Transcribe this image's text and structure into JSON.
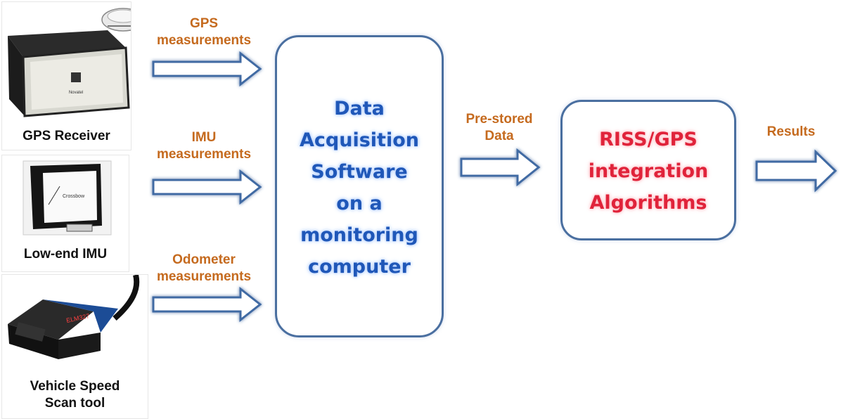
{
  "devices": {
    "gps_receiver": {
      "caption": "GPS Receiver"
    },
    "imu": {
      "caption": "Low-end IMU"
    },
    "scan_tool": {
      "caption_lines": [
        "Vehicle Speed",
        "Scan tool"
      ]
    }
  },
  "inputs": {
    "gps": {
      "lines": [
        "GPS",
        "measurements"
      ]
    },
    "imu": {
      "lines": [
        "IMU",
        "measurements"
      ]
    },
    "odometer": {
      "lines": [
        "Odometer",
        "measurements"
      ]
    }
  },
  "acquisition_box": {
    "lines": [
      "Data",
      "Acquisition",
      "Software",
      "on a",
      "monitoring",
      "computer"
    ]
  },
  "prestored": {
    "lines": [
      "Pre-stored",
      "Data"
    ]
  },
  "integration_box": {
    "lines": [
      "RISS/GPS",
      "integration",
      "Algorithms"
    ]
  },
  "results": {
    "label": "Results"
  },
  "colors": {
    "label_orange": "#c56a1e",
    "box_border": "#4a6fa0",
    "box_text_blue": "#1f57b8",
    "box_text_red": "#e0233a",
    "arrow_outline": "#3f6aa3"
  }
}
